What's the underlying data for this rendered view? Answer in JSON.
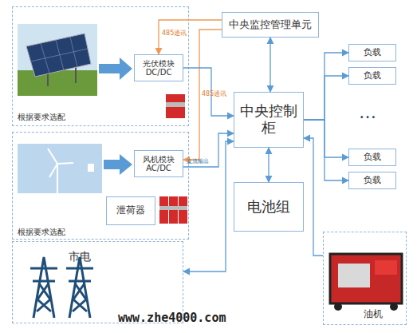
{
  "diagram": {
    "nodes": [
      {
        "text": [
          "根据要求选配"
        ]
      },
      {
        "text": [
          "光伏模块 DC/DC"
        ],
        "in": 0
      },
      {
        "text": [
          "根据要求选配"
        ]
      },
      {
        "text": [
          "风机模块 AC/DC"
        ],
        "in": 2
      },
      {
        "text": [
          "泄荷器"
        ],
        "in": 2
      },
      {
        "text": [
          "中央监控管理单元"
        ]
      },
      {
        "text": [
          "中央控制柜"
        ]
      },
      {
        "text": [
          "电池组"
        ]
      },
      {
        "text": [
          "负载"
        ]
      },
      {
        "text": [
          "负载"
        ]
      },
      {
        "text": [
          "负载"
        ]
      },
      {
        "text": [
          "负载"
        ]
      },
      {
        "text": [
          "市电"
        ]
      },
      {
        "text": [
          "油机"
        ]
      }
    ],
    "edges": [
      {
        "from": 5,
        "to": 6,
        "arrow": "both"
      },
      {
        "from": 5,
        "to": 1,
        "label": "485通讯",
        "arrow": "to"
      },
      {
        "from": 5,
        "to": 3,
        "label": "485通讯",
        "arrow": "to"
      },
      {
        "from": 1,
        "to": 6,
        "arrow": "to"
      },
      {
        "from": 3,
        "to": 6,
        "label": "直流输出",
        "arrow": "to"
      },
      {
        "from": 6,
        "to": 7,
        "arrow": "both"
      },
      {
        "from": 6,
        "to": 8,
        "arrow": "to"
      },
      {
        "from": 6,
        "to": 9,
        "arrow": "to"
      },
      {
        "from": 6,
        "to": 10,
        "arrow": "to"
      },
      {
        "from": 6,
        "to": 11,
        "arrow": "to"
      },
      {
        "from": 12,
        "to": 6,
        "arrow": "both"
      },
      {
        "from": 13,
        "to": 6,
        "arrow": "to"
      }
    ],
    "labels": [
      "…",
      "www.zhe4000.com"
    ]
  }
}
